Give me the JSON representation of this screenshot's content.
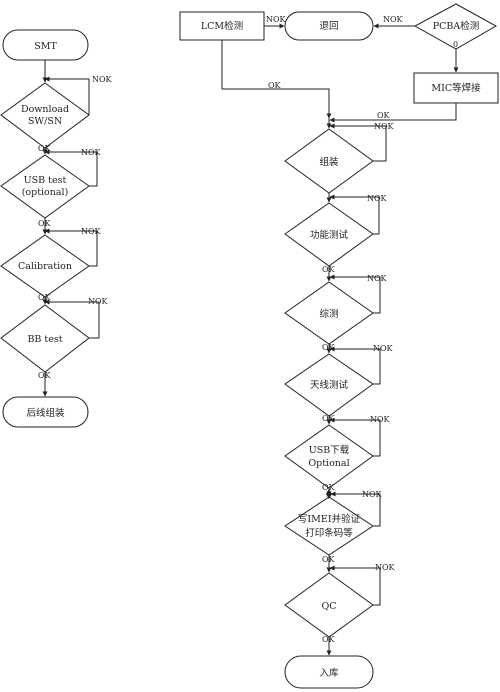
{
  "diagram": {
    "left_flow": {
      "start": "SMT",
      "download_line1": "Download",
      "download_line2": "SW/SN",
      "usb_test_line1": "USB test",
      "usb_test_line2": "(optional)",
      "calibration": "Calibration",
      "bb_test": "BB test",
      "end": "后线组装"
    },
    "right_flow": {
      "lcm_check": "LCM检测",
      "return": "退回",
      "pcba_check": "PCBA检测",
      "mic_solder": "MIC等焊接",
      "assembly": "组装",
      "function_test": "功能测试",
      "combined_test": "综测",
      "antenna_test": "天线测试",
      "usb_download_line1": "USB下载",
      "usb_download_line2": "Optional",
      "write_imei_line1": "写IMEI并验证",
      "write_imei_line2": "打印条码等",
      "qc": "QC",
      "storage": "入库"
    },
    "edge_labels": {
      "ok": "OK",
      "nok": "NOK",
      "zero": "0"
    }
  }
}
